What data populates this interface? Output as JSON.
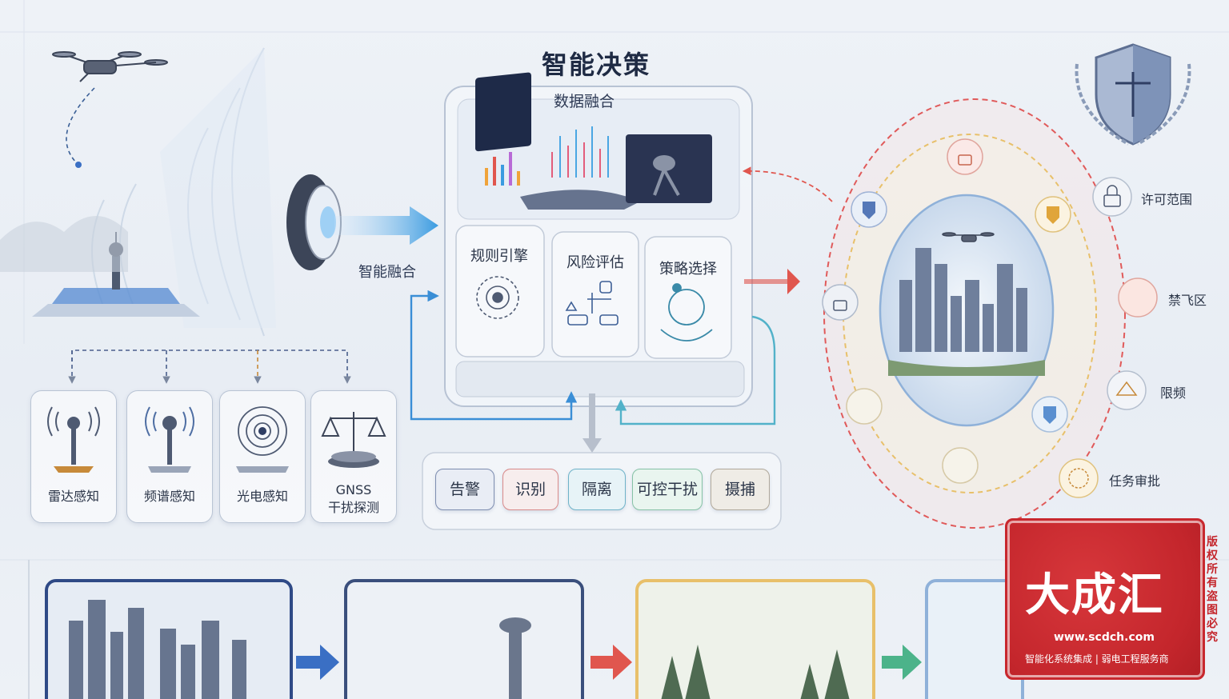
{
  "title": "智能决策",
  "fusion": {
    "label": "数据融合",
    "arrow_label": "智能融合"
  },
  "engines": [
    {
      "label": "规则引擎",
      "icon": "target-icon"
    },
    {
      "label": "风险评估",
      "icon": "balance-flow-icon"
    },
    {
      "label": "策略选择",
      "icon": "strategy-icon"
    }
  ],
  "sensors": [
    {
      "line1": "雷达感知",
      "line2": "",
      "icon": "radar-icon"
    },
    {
      "line1": "频谱感知",
      "line2": "",
      "icon": "spectrum-icon"
    },
    {
      "line1": "光电感知",
      "line2": "",
      "icon": "optical-icon"
    },
    {
      "line1": "GNSS",
      "line2": "干扰探测",
      "icon": "scale-icon"
    }
  ],
  "actions": [
    {
      "label": "告警",
      "border": "#7d8db0",
      "bg": "#e9edf5"
    },
    {
      "label": "识别",
      "border": "#d98a8a",
      "bg": "#f7eded"
    },
    {
      "label": "隔离",
      "border": "#6fb3c9",
      "bg": "#e7f3f7"
    },
    {
      "label": "可控干扰",
      "border": "#86c2a6",
      "bg": "#e9f5ef"
    },
    {
      "label": "摄捕",
      "border": "#b0a89a",
      "bg": "#efece6"
    }
  ],
  "policies": [
    {
      "label": "许可范围",
      "icon": "lock-icon"
    },
    {
      "label": "禁飞区",
      "icon": "no-fly-icon"
    },
    {
      "label": "限频",
      "icon": "frequency-icon"
    },
    {
      "label": "任务审批",
      "icon": "approval-icon"
    }
  ],
  "colors": {
    "outer_ring": "#e05a5a",
    "middle_ring": "#e8c06a",
    "inner_ring": "#8fb1d9",
    "flow_blue": "#3a8ed6",
    "flow_red": "#e0564e",
    "flow_green": "#4cb38a"
  },
  "watermark": {
    "main": "大成汇",
    "url": "www.scdch.com",
    "sub": "智能化系统集成 | 弱电工程服务商",
    "side": "版权所有 盗图必究"
  }
}
